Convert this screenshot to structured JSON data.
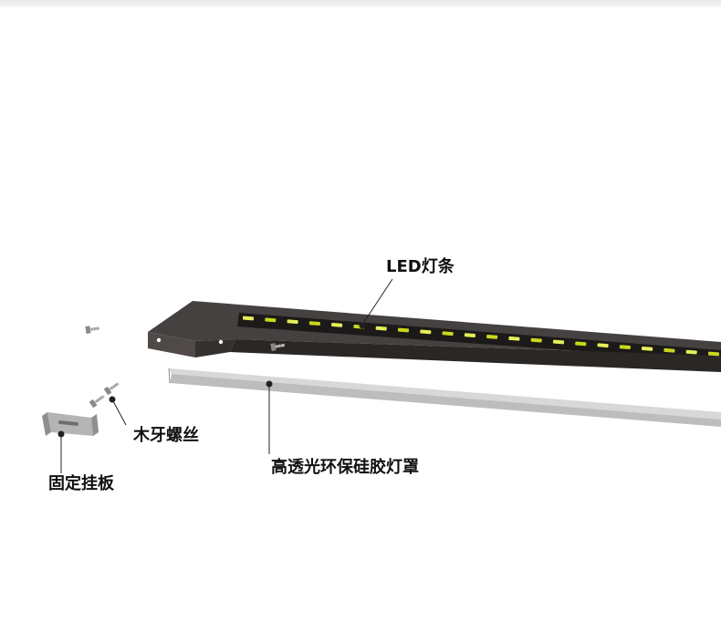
{
  "labels": {
    "led_strip": "LED灯条",
    "wood_screw": "木牙螺丝",
    "mounting_plate": "固定挂板",
    "silicone_cover": "高透光环保硅胶灯罩"
  },
  "colors": {
    "housing_top": "#454140",
    "housing_side": "#2a2725",
    "channel": "#1c1a19",
    "led_chip": "#c9d81c",
    "led_chip_light": "#e6ef5a",
    "cover_face": "#c9c9c9",
    "cover_edge": "#9a9a9a",
    "bracket": "#a8a8a8",
    "leader": "#222222"
  },
  "icons": {
    "screw": "screw-icon",
    "bracket": "mounting-bracket-icon",
    "led": "led-chip-icon"
  }
}
